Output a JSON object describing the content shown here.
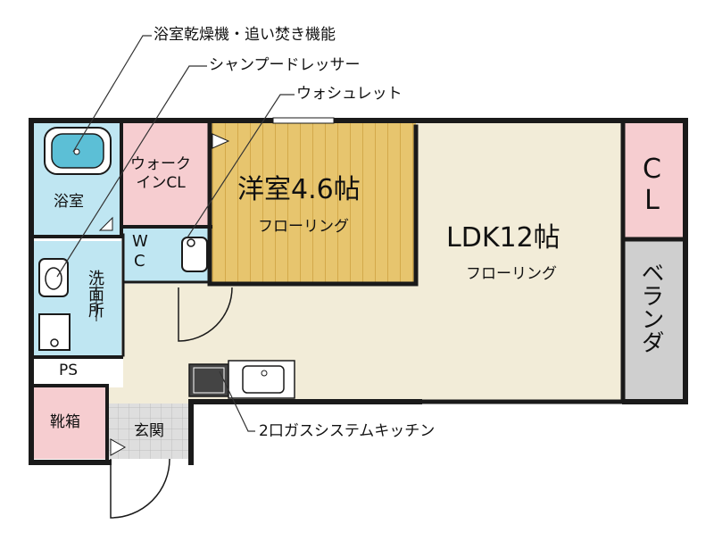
{
  "callouts": {
    "bath_dryer": "浴室乾燥機・追い焚き機能",
    "shampoo_dresser": "シャンプードレッサー",
    "washlet": "ウォシュレット",
    "kitchen": "2口ガスシステムキッチン"
  },
  "rooms": {
    "bath": "浴室",
    "walkin_cl": "ウォーク\nインCL",
    "wc_w": "W",
    "wc_c": "C",
    "western_title": "洋室4.6帖",
    "western_floor": "フローリング",
    "ldk_title": "LDK12帖",
    "ldk_floor": "フローリング",
    "closet": "CL",
    "washroom": "洗面所",
    "ps": "PS",
    "shoe": "靴箱",
    "entrance": "玄関",
    "balcony": "ベランダ"
  },
  "colors": {
    "wall": "#1a1a1a",
    "bath_blue": "#bfe6f2",
    "pink": "#f6cdd0",
    "wood": "#e7c56e",
    "wood_line": "#d3a94a",
    "ldk": "#f2ecd8",
    "balcony": "#cfcfcf",
    "tile": "#d9d9d9",
    "leader": "#333333"
  }
}
